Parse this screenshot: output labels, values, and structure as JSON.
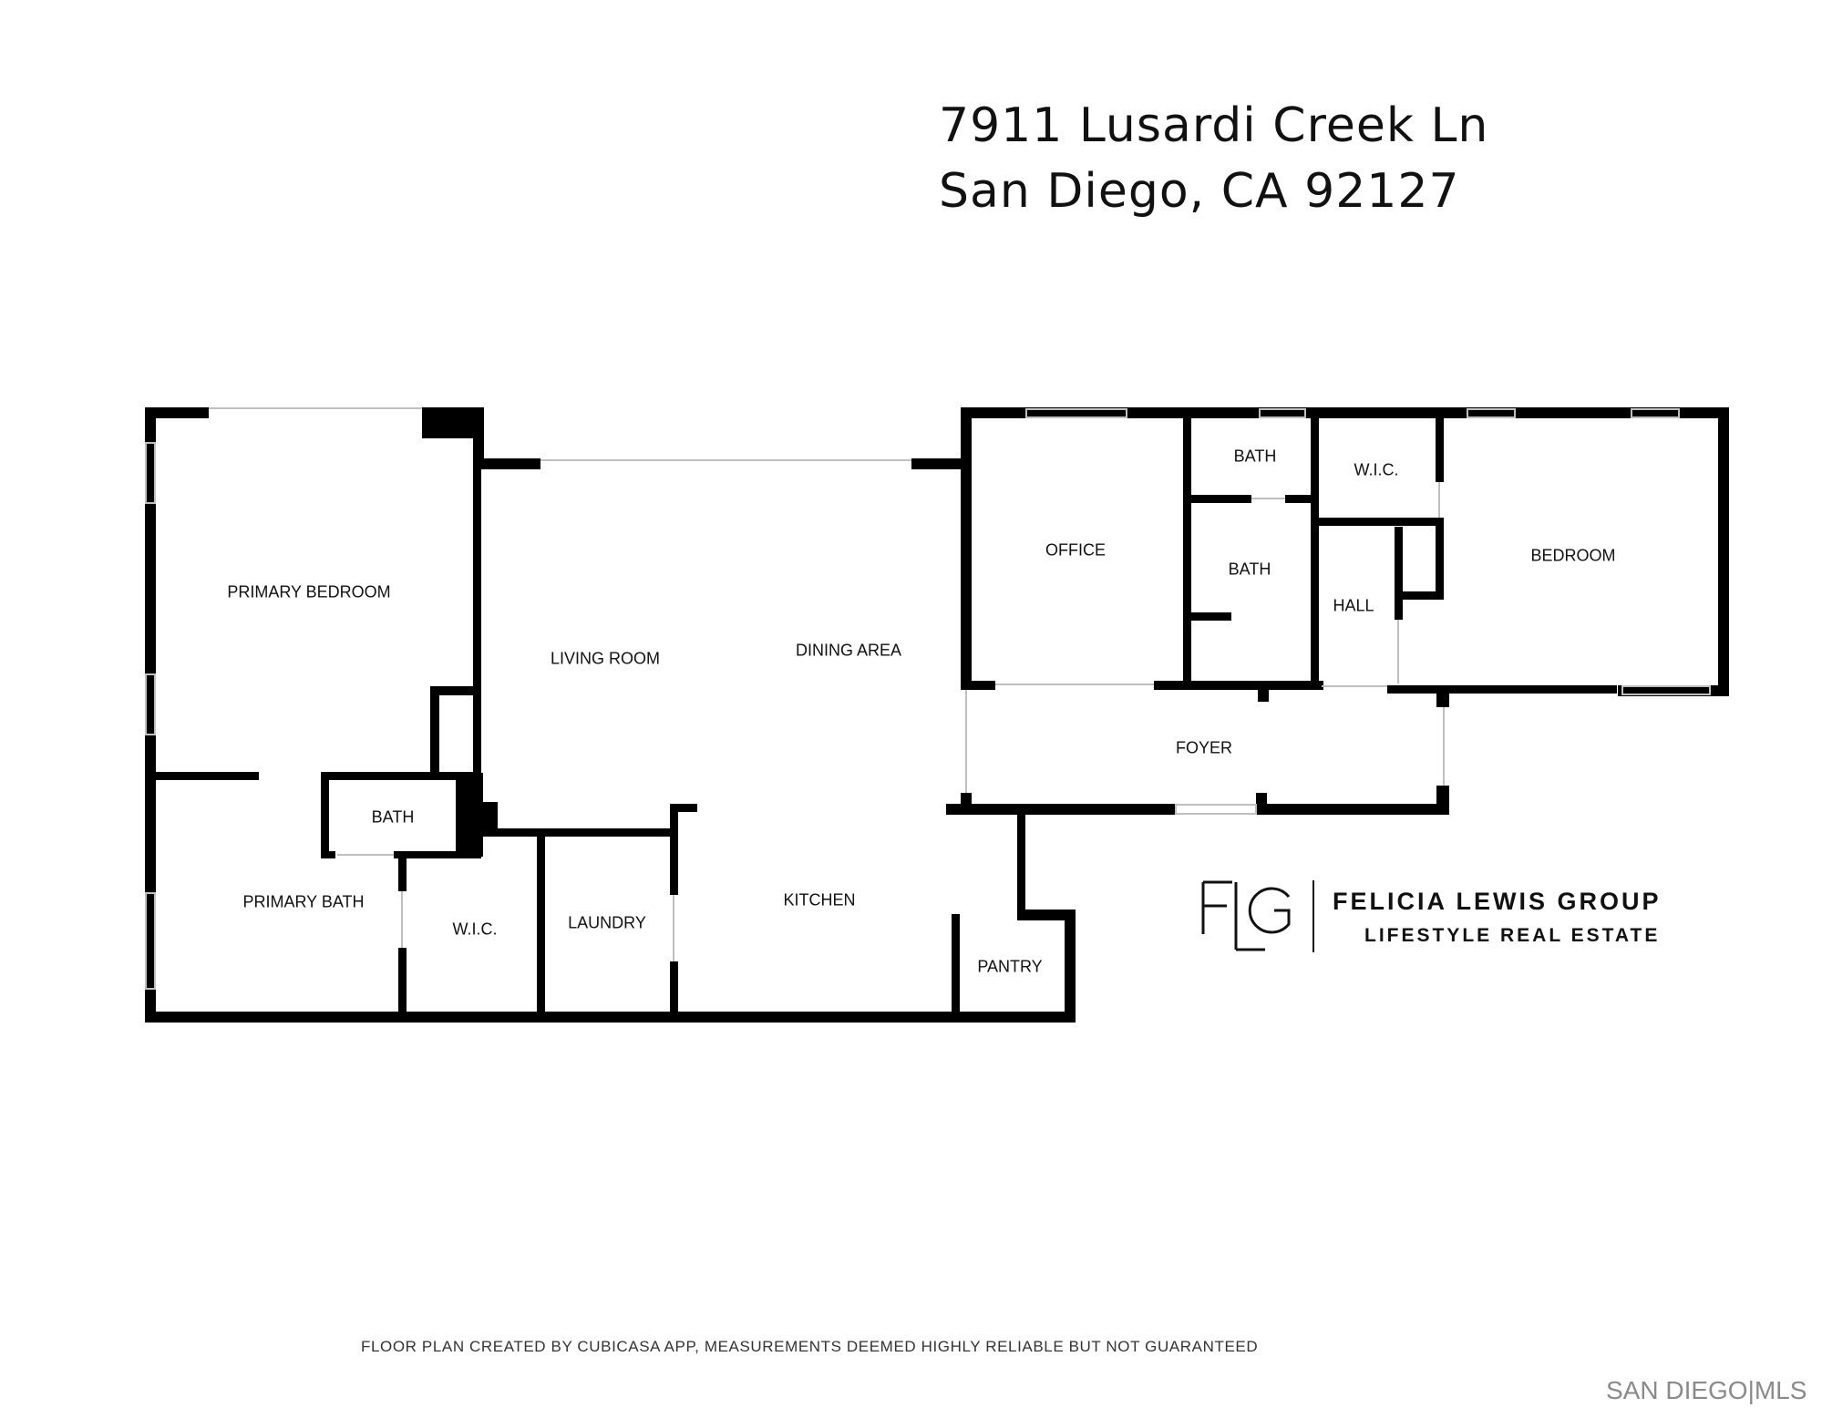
{
  "address": {
    "line1": "7911 Lusardi Creek Ln",
    "line2": "San Diego, CA 92127"
  },
  "rooms": {
    "primary_bedroom": "PRIMARY BEDROOM",
    "living_room": "LIVING ROOM",
    "dining_area": "DINING AREA",
    "office": "OFFICE",
    "bath_top": "BATH",
    "wic_top": "W.I.C.",
    "bath_middle": "BATH",
    "hall": "HALL",
    "bedroom": "BEDROOM",
    "foyer": "FOYER",
    "bath_primary": "BATH",
    "primary_bath": "PRIMARY BATH",
    "wic_primary": "W.I.C.",
    "laundry": "LAUNDRY",
    "kitchen": "KITCHEN",
    "pantry": "PANTRY"
  },
  "brand": {
    "monogram": "FLG",
    "name": "FELICIA LEWIS GROUP",
    "tagline": "LIFESTYLE REAL ESTATE"
  },
  "footer": {
    "disclaimer": "FLOOR PLAN CREATED BY CUBICASA APP, MEASUREMENTS DEEMED HIGHLY RELIABLE BUT NOT GUARANTEED",
    "mls_logo": "SAN DIEGO|MLS"
  },
  "colors": {
    "wall": "#000000",
    "opening": "#bfbfbf",
    "text": "#111111"
  }
}
